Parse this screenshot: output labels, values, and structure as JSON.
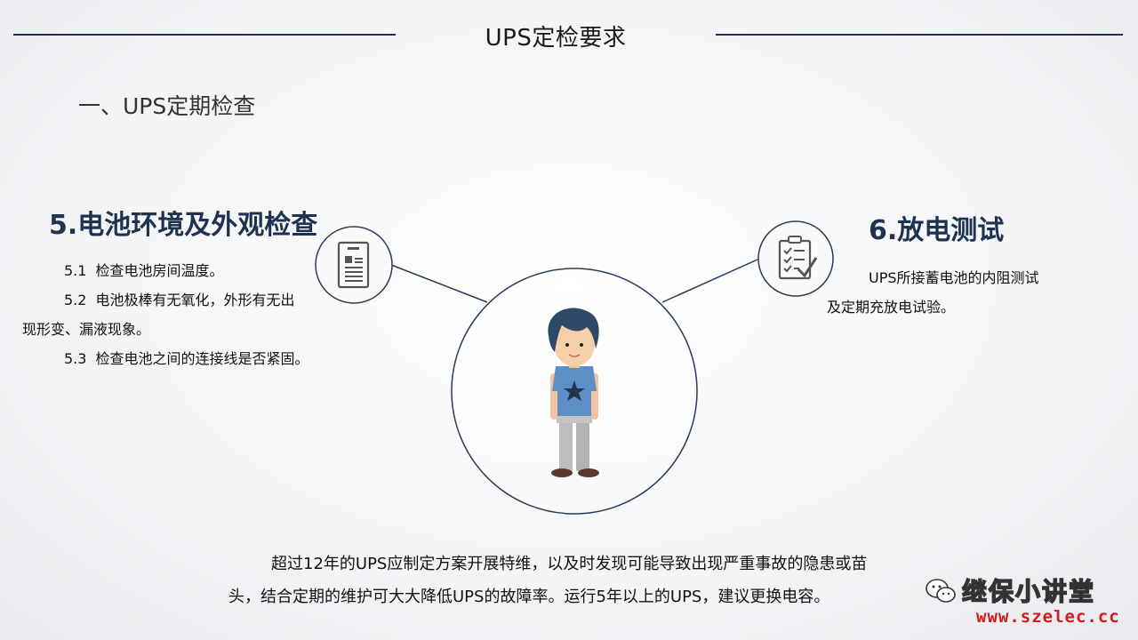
{
  "slide": {
    "title": "UPS定检要求",
    "section_heading": "一、UPS定期检查"
  },
  "left_panel": {
    "heading": "5.电池环境及外观检查",
    "icon": "document-icon",
    "items": [
      {
        "num": "5.1",
        "text": "检查电池房间温度。"
      },
      {
        "num": "5.2",
        "text_line1": "电池极棒有无氧化，外形有无出",
        "text_line2": "现形变、漏液现象。"
      },
      {
        "num": "5.3",
        "text": "检查电池之间的连接线是否紧固。"
      }
    ]
  },
  "right_panel": {
    "heading": "6.放电测试",
    "icon": "checklist-clipboard-icon",
    "line1": "UPS所接蓄电池的内阻测试",
    "line2": "及定期充放电试验。"
  },
  "footer": {
    "line1": "超过12年的UPS应制定方案开展特维，以及时发现可能导致出现严重事故的隐患或苗",
    "line2": "头，结合定期的维护可大大降低UPS的故障率。运行5年以上的UPS，建议更换电容。"
  },
  "watermark": {
    "icon": "wechat-icon",
    "name": "继保小讲堂",
    "url": "www.szelec.cc"
  },
  "colors": {
    "accent": "#1f3350",
    "circle_stroke": "#2b3a55",
    "watermark_url": "#d61a1a"
  }
}
